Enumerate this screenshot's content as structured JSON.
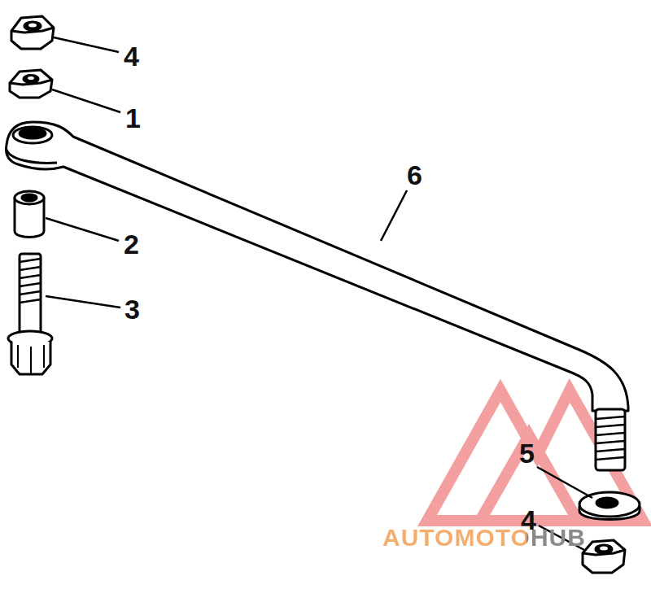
{
  "diagram": {
    "labels": [
      "4",
      "1",
      "6",
      "2",
      "3",
      "5",
      "4",
      "AUTOMOTOHUB"
    ]
  }
}
